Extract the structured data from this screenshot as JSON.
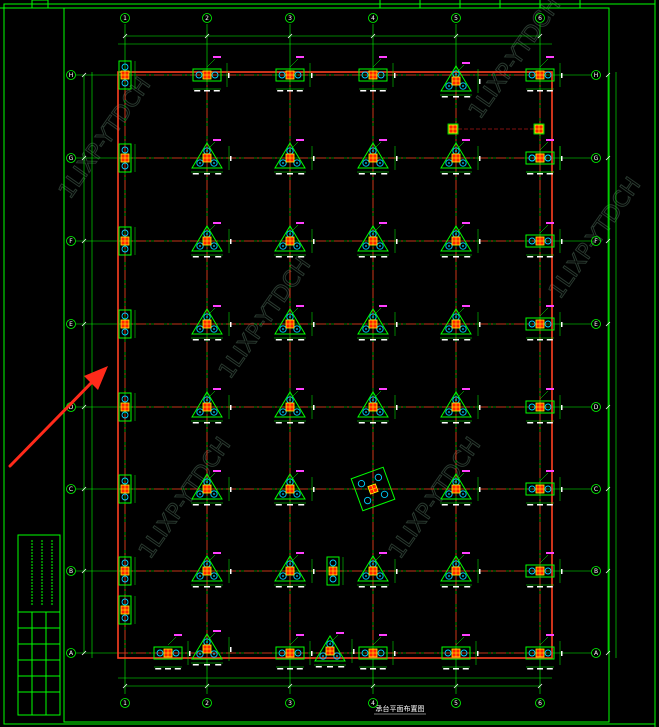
{
  "drawing": {
    "title": "承台平面布置图",
    "watermark": "1LIXP-YTDCH",
    "column_axes": [
      "1",
      "2",
      "3",
      "4",
      "5",
      "6"
    ],
    "row_axes": [
      "H",
      "G",
      "F",
      "E",
      "D",
      "C",
      "B",
      "A"
    ],
    "colors": {
      "background": "#000000",
      "frame": "#00ff00",
      "boundary": "#ff4020",
      "axis_line": "#ff2020",
      "pile_cap": "#00ff00",
      "pile": "#00d0ff",
      "column": "#ff8800",
      "annotation_arrow": "#ff2a1a",
      "dimension": "#ffffff"
    }
  },
  "icons": {
    "annotation_arrow": "red-arrow-icon"
  }
}
